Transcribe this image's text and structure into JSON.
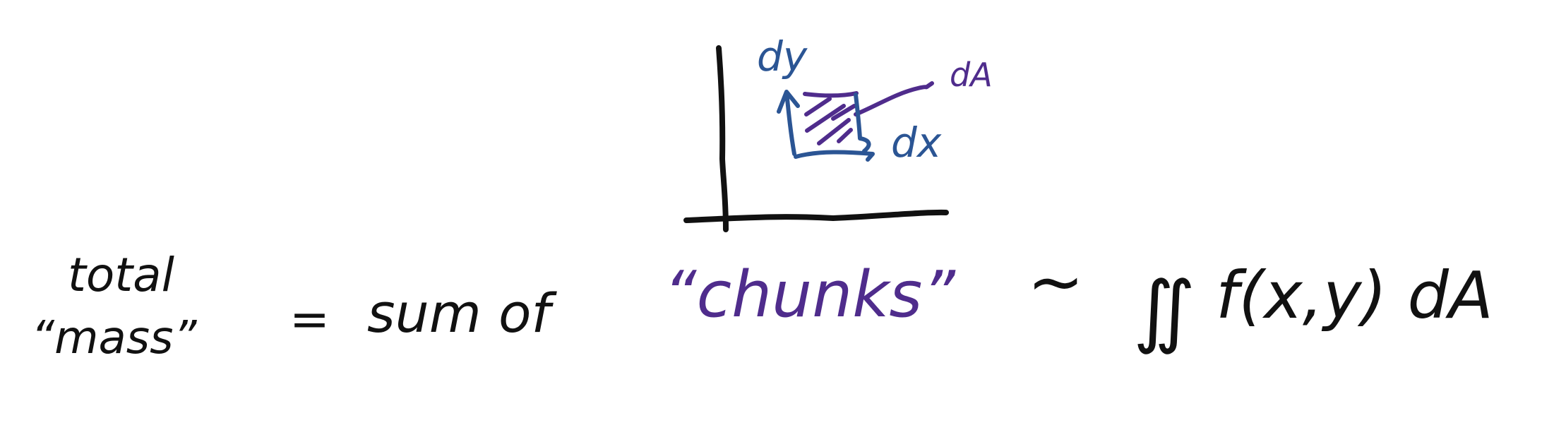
{
  "colors": {
    "black_ink": "#111111",
    "blue_ink": "#2b5594",
    "purple_ink": "#4f2c8c",
    "background": "#ffffff"
  },
  "diagram": {
    "labels": {
      "dy": "dy",
      "dA": "dA",
      "dx": "dx"
    }
  },
  "equation": {
    "lhs_line1": "total",
    "lhs_line2": "“mass”",
    "equals": "=",
    "sum_of": "sum of",
    "chunks": "“chunks”",
    "approx": "~",
    "integral": "∬",
    "integrand": "f(x,y) dA"
  }
}
